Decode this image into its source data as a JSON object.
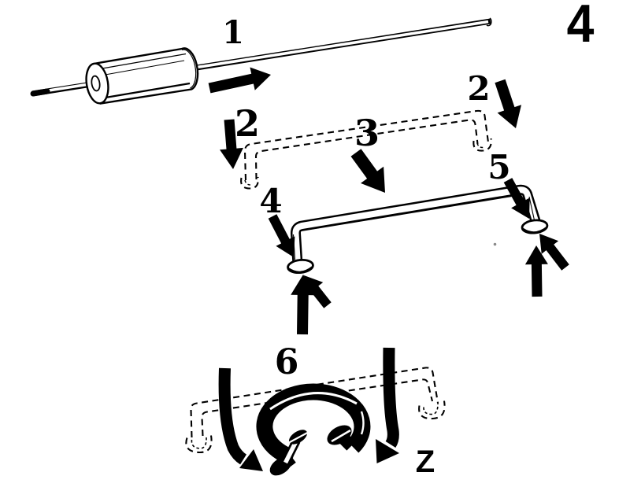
{
  "colors": {
    "ink": "#000000",
    "paper": "#ffffff",
    "speck": "#8a8a8a"
  },
  "figure": {
    "number": "4"
  },
  "labels": {
    "step1": "1",
    "step2_left": "2",
    "step2_right": "2",
    "step3": "3",
    "step4": "4",
    "step5": "5",
    "step6": "6",
    "direction_z": "Z"
  }
}
